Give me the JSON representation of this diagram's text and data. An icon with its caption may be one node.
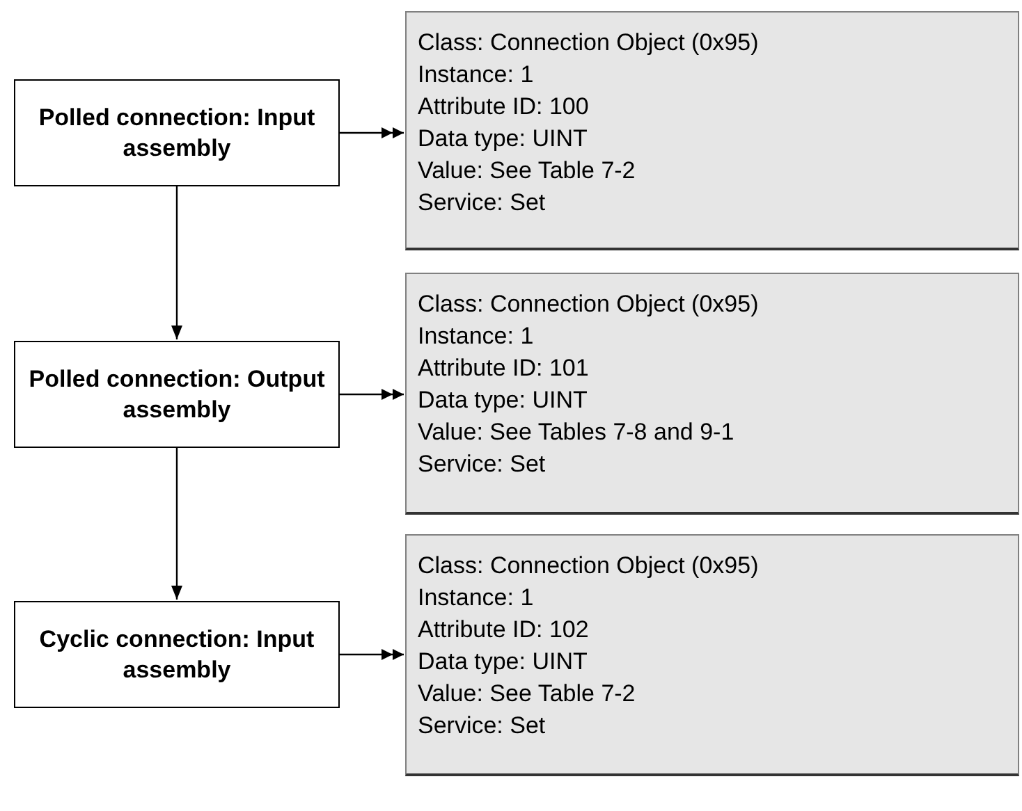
{
  "diagram": {
    "nodes": [
      {
        "text": [
          "Polled connection: Input assembly"
        ]
      },
      {
        "text": [
          "Class: Connection Object (0x95)",
          "Instance: 1",
          "Attribute ID: 100",
          "Data type: UINT",
          "Value: See Table 7-2",
          "Service: Set"
        ]
      },
      {
        "text": [
          "Polled connection: Output assembly"
        ]
      },
      {
        "text": [
          "Class: Connection Object (0x95)",
          "Instance: 1",
          "Attribute ID: 101",
          "Data type: UINT",
          "Value: See Tables 7-8 and 9-1",
          "Service: Set"
        ]
      },
      {
        "text": [
          "Cyclic connection: Input assembly"
        ]
      },
      {
        "text": [
          "Class: Connection Object (0x95)",
          "Instance: 1",
          "Attribute ID: 102",
          "Data type: UINT",
          "Value: See Table 7-2",
          "Service: Set"
        ]
      }
    ],
    "edges": [
      {
        "from": 0,
        "to": 1,
        "arrow": "to"
      },
      {
        "from": 0,
        "to": 2,
        "arrow": "to"
      },
      {
        "from": 2,
        "to": 3,
        "arrow": "to"
      },
      {
        "from": 2,
        "to": 4,
        "arrow": "to"
      },
      {
        "from": 4,
        "to": 5,
        "arrow": "to"
      }
    ]
  }
}
